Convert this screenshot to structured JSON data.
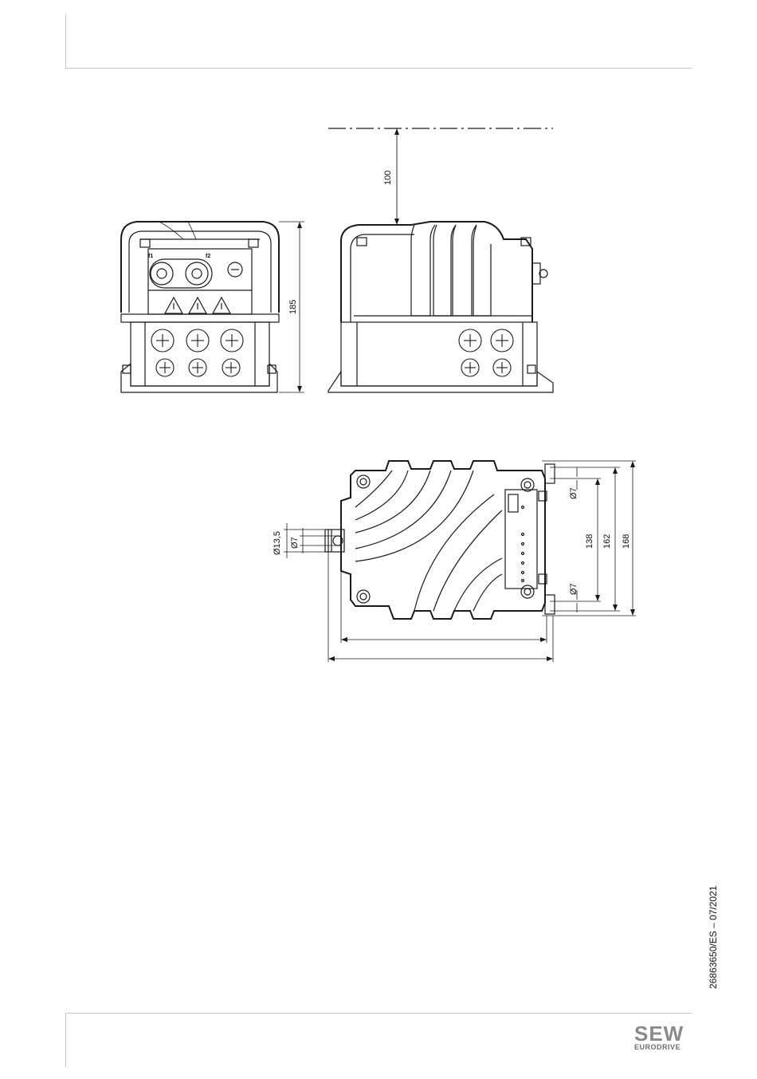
{
  "dimensions": {
    "clearance_top": "100",
    "height_front": "185",
    "dia_cable": "Ø13,5",
    "dia_hole_left": "Ø7",
    "dia_hole_top": "Ø7",
    "dia_hole_bottom": "Ø7",
    "dim_138": "138",
    "dim_162": "162",
    "dim_168": "168"
  },
  "front_view": {
    "fuse_label_1": "f1",
    "fuse_label_2": "f2"
  },
  "footer": {
    "document_id": "26863650/ES – 07/2021",
    "logo_main": "SEW",
    "logo_sub": "EURODRIVE"
  },
  "colors": {
    "line": "#1a1a1a",
    "rule": "#c8c8c8",
    "logo": "#8a8a8a"
  }
}
